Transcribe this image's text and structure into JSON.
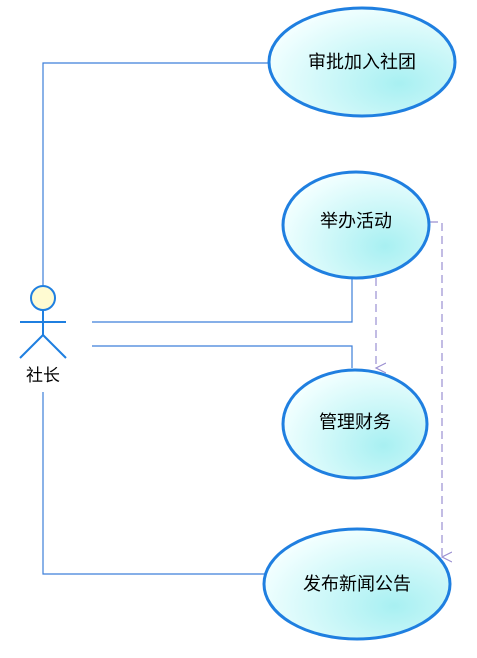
{
  "actor": {
    "name": "社长"
  },
  "use_cases": [
    {
      "id": "approve",
      "label": "审批加入社团"
    },
    {
      "id": "activity",
      "label": "举办活动"
    },
    {
      "id": "finance",
      "label": "管理财务"
    },
    {
      "id": "news",
      "label": "发布新闻公告"
    }
  ],
  "relations": [
    {
      "from": "actor",
      "to": "approve",
      "type": "association"
    },
    {
      "from": "actor",
      "to": "activity",
      "type": "association"
    },
    {
      "from": "actor",
      "to": "finance",
      "type": "association"
    },
    {
      "from": "actor",
      "to": "news",
      "type": "association"
    },
    {
      "from": "activity",
      "to": "finance",
      "type": "dependency"
    },
    {
      "from": "activity",
      "to": "news",
      "type": "dependency"
    }
  ],
  "colors": {
    "association_line": "#3d7fd9",
    "dependency_line": "#9a8fd1",
    "usecase_fill_light": "#f2ffff",
    "usecase_fill_dark": "#a8f0f2",
    "usecase_stroke": "#1f7fe0",
    "actor_head_fill": "#fffbd2",
    "actor_stroke": "#1f7fe0"
  }
}
